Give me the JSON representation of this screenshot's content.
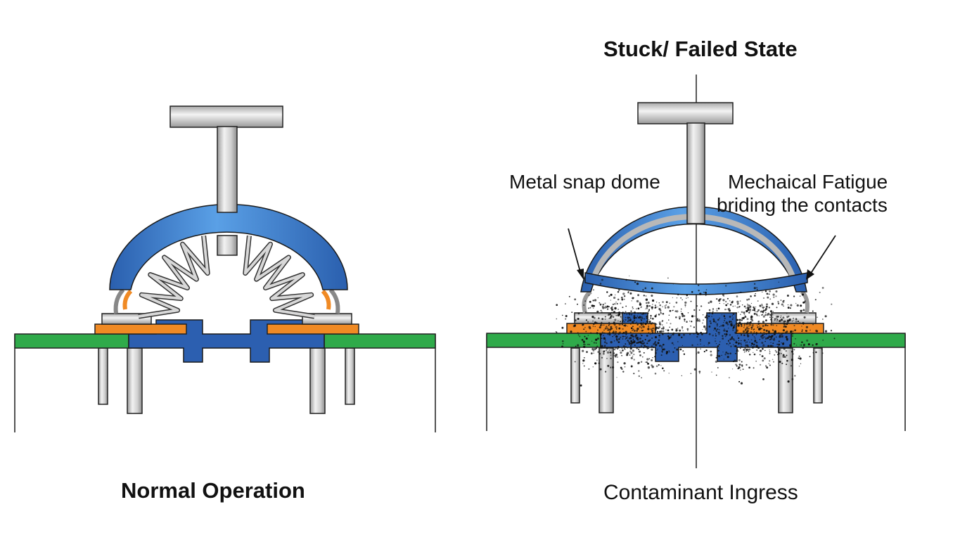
{
  "panels": {
    "left": {
      "caption": "Normal Operation"
    },
    "right": {
      "title": "Stuck/ Failed State",
      "caption": "Contaminant Ingress",
      "annotation_left": "Metal snap dome",
      "annotation_right_line1": "Mechaical Fatigue",
      "annotation_right_line2": "briding the contacts"
    }
  },
  "colors": {
    "dome_blue": "#2f6fc0",
    "dome_blue_light": "#5da0e4",
    "contact_blue": "#2c5fb0",
    "pcb_green": "#2faa4a",
    "contact_orange": "#f08a24",
    "metal_gray": "#c8c8c8",
    "outline": "#1a1a1a",
    "contaminant": "#111111"
  },
  "components": [
    "plunger",
    "dome",
    "spring",
    "contact-pad",
    "pcb",
    "terminal-pin",
    "contaminant-particles"
  ]
}
